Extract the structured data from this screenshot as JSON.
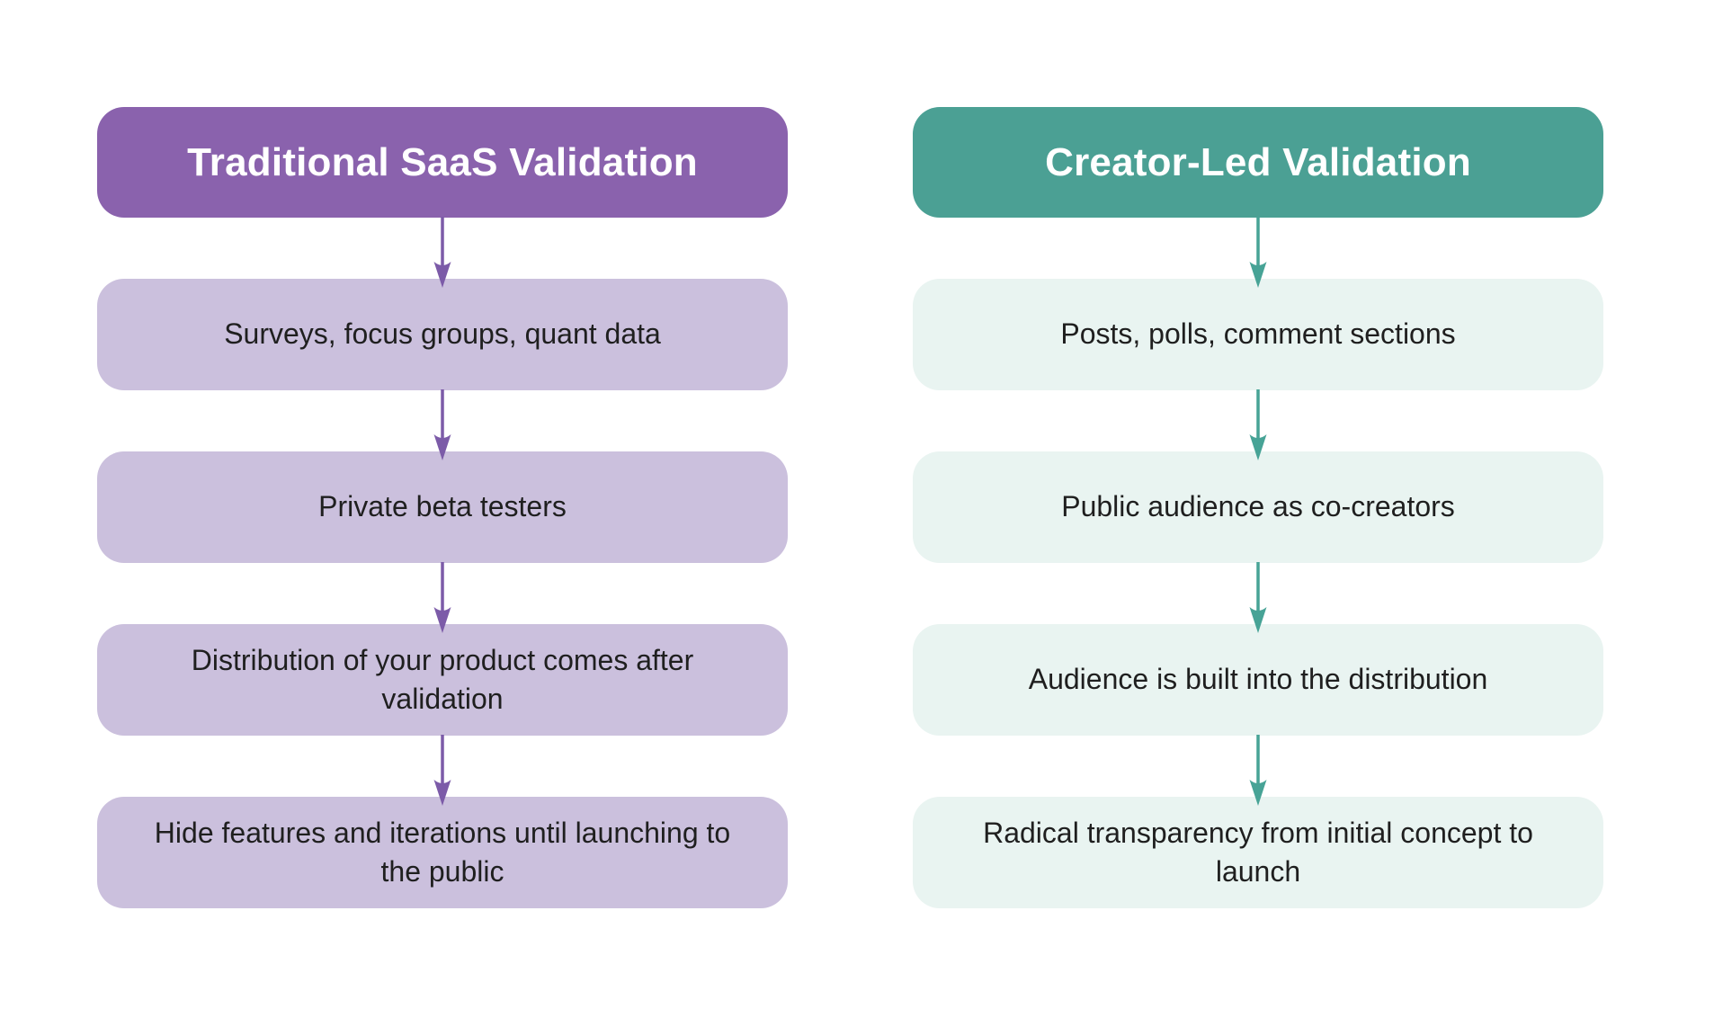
{
  "diagram": {
    "background": "#FFFFFF",
    "columns": [
      {
        "id": "traditional-saas-validation",
        "header": "Traditional SaaS Validation",
        "theme": {
          "header_bg": "#8A62AD",
          "header_text": "#FFFFFF",
          "box_bg": "#CBC0DD",
          "box_text": "#1F1F1F",
          "arrow": "#7C5BA8"
        },
        "steps": [
          "Surveys, focus groups, quant data",
          "Private beta testers",
          "Distribution of your product comes after validation",
          "Hide features and iterations until launching to the public"
        ]
      },
      {
        "id": "creator-led-validation",
        "header": "Creator-Led Validation",
        "theme": {
          "header_bg": "#4BA094",
          "header_text": "#FFFFFF",
          "box_bg": "#E9F4F1",
          "box_text": "#1F1F1F",
          "arrow": "#47A396"
        },
        "steps": [
          "Posts, polls, comment sections",
          "Public audience as co-creators",
          "Audience is built into the distribution",
          "Radical transparency from initial concept to launch"
        ]
      }
    ]
  }
}
